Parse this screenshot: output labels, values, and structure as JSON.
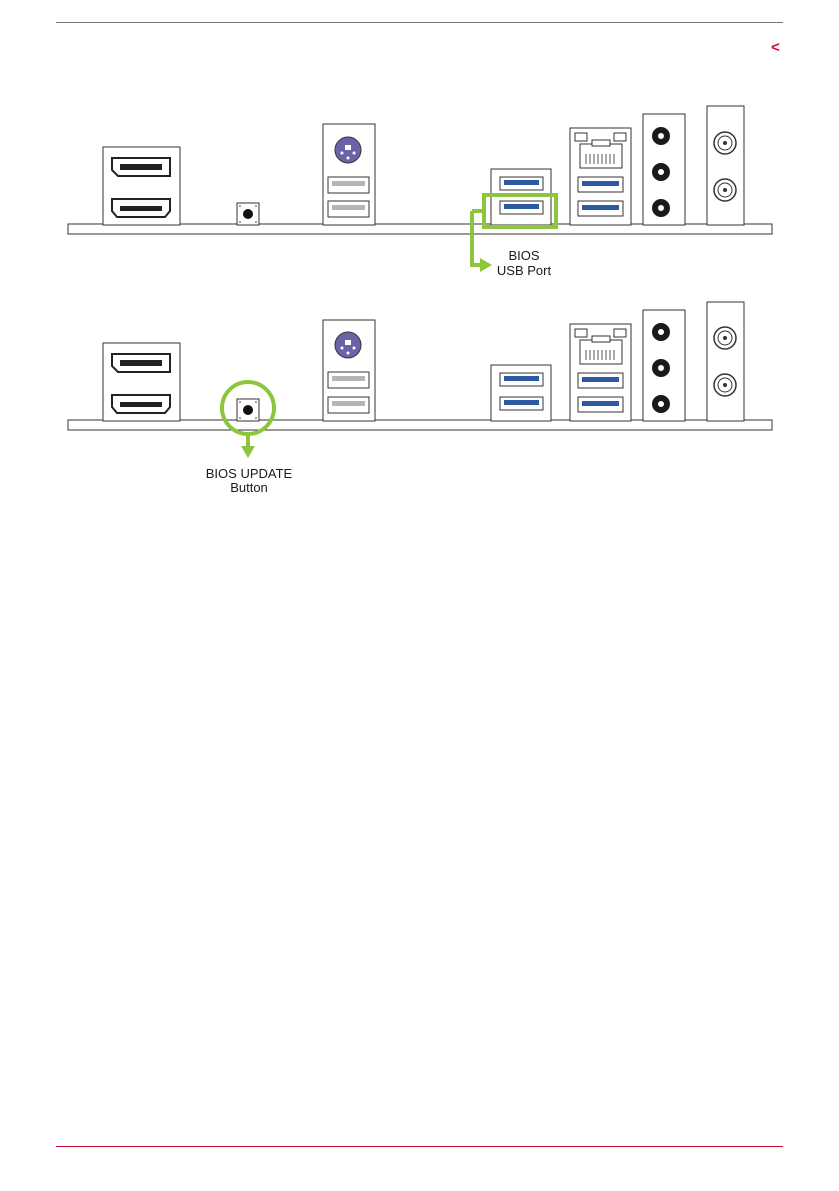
{
  "header": {
    "back_glyph": "<"
  },
  "diagram1": {
    "callout_line1": "BIOS",
    "callout_line2": "USB Port"
  },
  "diagram2": {
    "callout_line1": "BIOS UPDATE",
    "callout_line2": "Button"
  },
  "colors": {
    "highlight_green": "#8cc63e",
    "usb3_blue": "#2d5aa0",
    "usb2_gray": "#b5b5b5",
    "ps2_purple": "#6b63a8",
    "audio_jack": "#1a1a1a",
    "accent_red": "#c8102e"
  },
  "icons": [
    "displayport-icon",
    "hdmi-icon",
    "bios-button-icon",
    "ps2-port-icon",
    "usb-port-icon",
    "lan-port-icon",
    "audio-jack-icon",
    "antenna-connector-icon",
    "highlight-arrow-icon"
  ]
}
